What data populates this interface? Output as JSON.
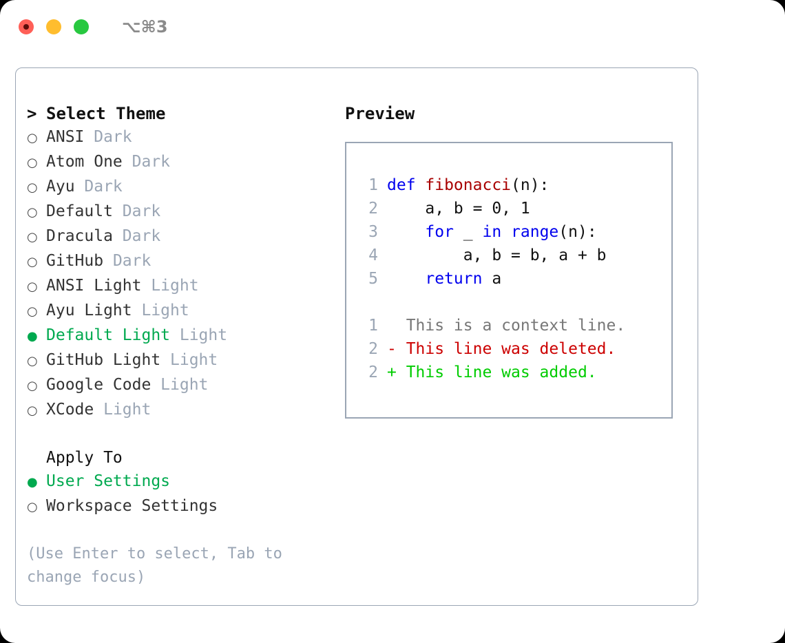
{
  "titlebar": {
    "shortcut": "⌥⌘3",
    "buttons": [
      {
        "name": "close",
        "color": "#ff5f57"
      },
      {
        "name": "minimize",
        "color": "#ffbd2e"
      },
      {
        "name": "maximize",
        "color": "#28c840"
      }
    ]
  },
  "theme_picker": {
    "caret": ">",
    "header": "Select Theme",
    "marker_unselected": "○",
    "marker_selected": "●",
    "items": [
      {
        "label": "ANSI",
        "variant": "Dark",
        "selected": false
      },
      {
        "label": "Atom One",
        "variant": "Dark",
        "selected": false
      },
      {
        "label": "Ayu",
        "variant": "Dark",
        "selected": false
      },
      {
        "label": "Default",
        "variant": "Dark",
        "selected": false
      },
      {
        "label": "Dracula",
        "variant": "Dark",
        "selected": false
      },
      {
        "label": "GitHub",
        "variant": "Dark",
        "selected": false
      },
      {
        "label": "ANSI Light",
        "variant": "Light",
        "selected": false
      },
      {
        "label": "Ayu Light",
        "variant": "Light",
        "selected": false
      },
      {
        "label": "Default Light",
        "variant": "Light",
        "selected": true
      },
      {
        "label": "GitHub Light",
        "variant": "Light",
        "selected": false
      },
      {
        "label": "Google Code",
        "variant": "Light",
        "selected": false
      },
      {
        "label": "XCode",
        "variant": "Light",
        "selected": false
      }
    ]
  },
  "apply_to": {
    "label": "Apply To",
    "options": [
      {
        "label": "User Settings",
        "selected": true
      },
      {
        "label": "Workspace Settings",
        "selected": false
      }
    ]
  },
  "hint": "(Use Enter to select, Tab to change focus)",
  "preview": {
    "title": "Preview",
    "code_lines": [
      {
        "no": "1",
        "tokens": [
          {
            "text": "def ",
            "kind": "kw"
          },
          {
            "text": "fibonacci",
            "kind": "fn"
          },
          {
            "text": "(n):",
            "kind": "plain"
          }
        ]
      },
      {
        "no": "2",
        "tokens": [
          {
            "text": "    a, b = 0, 1",
            "kind": "plain"
          }
        ]
      },
      {
        "no": "3",
        "tokens": [
          {
            "text": "    ",
            "kind": "plain"
          },
          {
            "text": "for",
            "kind": "kw"
          },
          {
            "text": " _ ",
            "kind": "plain"
          },
          {
            "text": "in",
            "kind": "kw"
          },
          {
            "text": " ",
            "kind": "plain"
          },
          {
            "text": "range",
            "kind": "kw"
          },
          {
            "text": "(n):",
            "kind": "plain"
          }
        ]
      },
      {
        "no": "4",
        "tokens": [
          {
            "text": "        a, b = b, a + b",
            "kind": "plain"
          }
        ]
      },
      {
        "no": "5",
        "tokens": [
          {
            "text": "    ",
            "kind": "plain"
          },
          {
            "text": "return",
            "kind": "kw"
          },
          {
            "text": " a",
            "kind": "plain"
          }
        ]
      }
    ],
    "diff_lines": [
      {
        "no": "1",
        "sign": " ",
        "text": " This is a context line.",
        "kind": "context"
      },
      {
        "no": "2",
        "sign": "-",
        "text": " This line was deleted.",
        "kind": "del"
      },
      {
        "no": "2",
        "sign": "+",
        "text": " This line was added.",
        "kind": "add"
      }
    ]
  },
  "colors": {
    "accent_green": "#00a94f",
    "muted": "#9aa5b4",
    "keyword_blue": "#0000ee",
    "function_red": "#a80000",
    "diff_delete": "#cc0000",
    "diff_add": "#00cc00"
  }
}
